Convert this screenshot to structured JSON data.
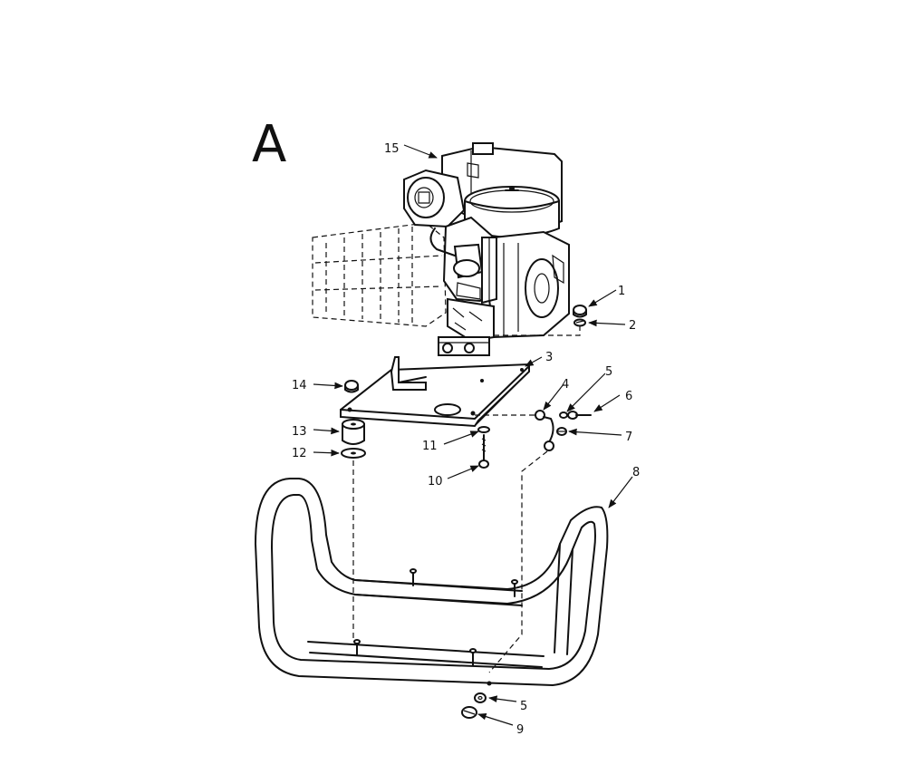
{
  "figure_letter": "A",
  "callouts": {
    "c1": "1",
    "c2": "2",
    "c3": "3",
    "c4": "4",
    "c5a": "5",
    "c5b": "5",
    "c6": "6",
    "c7": "7",
    "c8": "8",
    "c9": "9",
    "c10": "10",
    "c11": "11",
    "c12": "12",
    "c13": "13",
    "c14": "14",
    "c15": "15"
  }
}
